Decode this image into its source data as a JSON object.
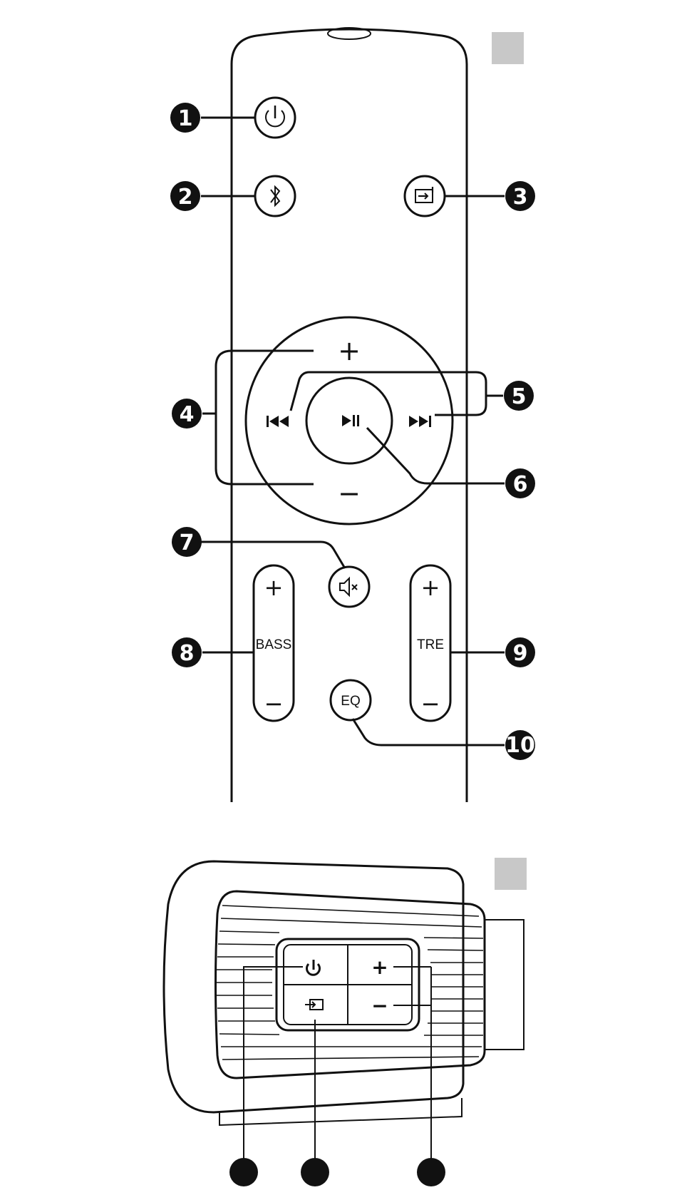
{
  "callouts": {
    "c1": "1",
    "c2": "2",
    "c3": "3",
    "c4": "4",
    "c5": "5",
    "c6": "6",
    "c7": "7",
    "c8": "8",
    "c9": "9",
    "c10": "10"
  },
  "remote": {
    "bass_label": "BASS",
    "treble_label": "TRE",
    "eq_label": "EQ",
    "plus_symbol": "+",
    "minus_symbol": "−"
  },
  "panel": {
    "plus_symbol": "+",
    "minus_symbol": "−"
  },
  "icons": {
    "power": "power-icon",
    "bluetooth": "bluetooth-icon",
    "source": "source-input-icon",
    "prev": "skip-previous-icon",
    "next": "skip-next-icon",
    "play_pause": "play-pause-icon",
    "mute": "mute-icon"
  },
  "colors": {
    "ink": "#111111",
    "section_marker": "#c8c8c8"
  }
}
